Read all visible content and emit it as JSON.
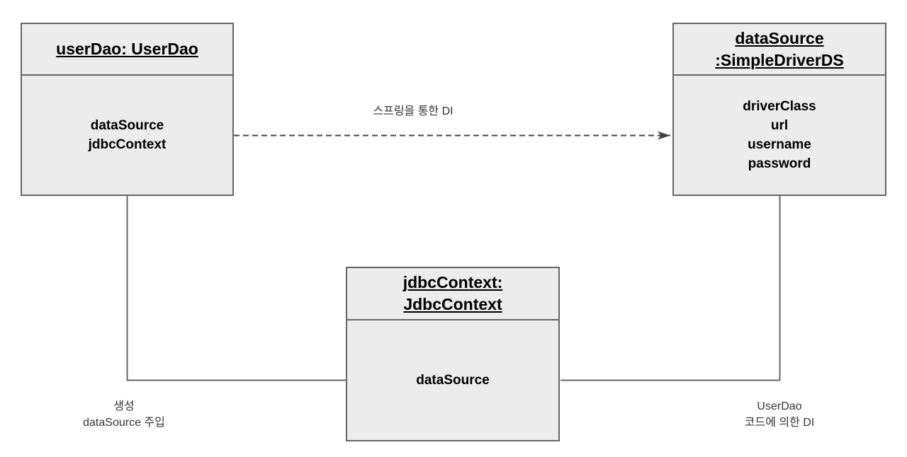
{
  "diagram": {
    "type": "uml-object-diagram",
    "colors": {
      "background": "#ffffff",
      "node_fill": "#ececec",
      "node_border": "#666666",
      "node_text": "#000000",
      "solid_edge": "#666666",
      "dashed_edge": "#444444",
      "label_text": "#333333"
    },
    "nodes": [
      {
        "id": "userDao",
        "title_lines": [
          "userDao: UserDao"
        ],
        "attributes": [
          "dataSource",
          "jdbcContext"
        ]
      },
      {
        "id": "dataSource",
        "title_lines": [
          "dataSource",
          ":SimpleDriverDS"
        ],
        "attributes": [
          "driverClass",
          "url",
          "username",
          "password"
        ]
      },
      {
        "id": "jdbcContext",
        "title_lines": [
          "jdbcContext:",
          "JdbcContext"
        ],
        "attributes": [
          "dataSource"
        ]
      }
    ],
    "edges": [
      {
        "from": "userDao",
        "to": "dataSource",
        "style": "dashed-arrow",
        "label": "스프링을 통한 DI"
      },
      {
        "from": "userDao",
        "to": "jdbcContext",
        "style": "solid",
        "label_lines": [
          "생성",
          "dataSource 주입"
        ]
      },
      {
        "from": "dataSource",
        "to": "jdbcContext",
        "style": "solid",
        "label_lines": [
          "UserDao",
          "코드에 의한 DI"
        ]
      }
    ]
  }
}
